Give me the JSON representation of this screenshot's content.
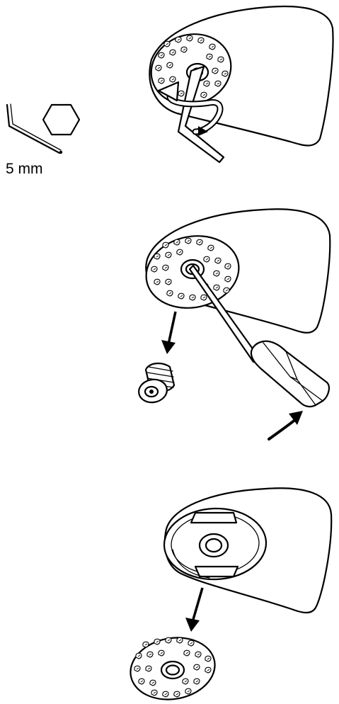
{
  "tool": {
    "size_label": "5 mm"
  },
  "icons": {
    "hex_key": "hex-key-icon",
    "hexagon": "hexagon-icon",
    "rotation_arrow": "rotation-arrow-icon",
    "down_arrow": "down-arrow-icon"
  },
  "steps": [
    {
      "id": "step-1",
      "action": "loosen-screw-with-hex-key"
    },
    {
      "id": "step-2",
      "action": "remove-screw-and-lever-with-screwdriver"
    },
    {
      "id": "step-3",
      "action": "remove-spray-disc"
    }
  ],
  "colors": {
    "ink": "#000000",
    "background": "#ffffff"
  }
}
